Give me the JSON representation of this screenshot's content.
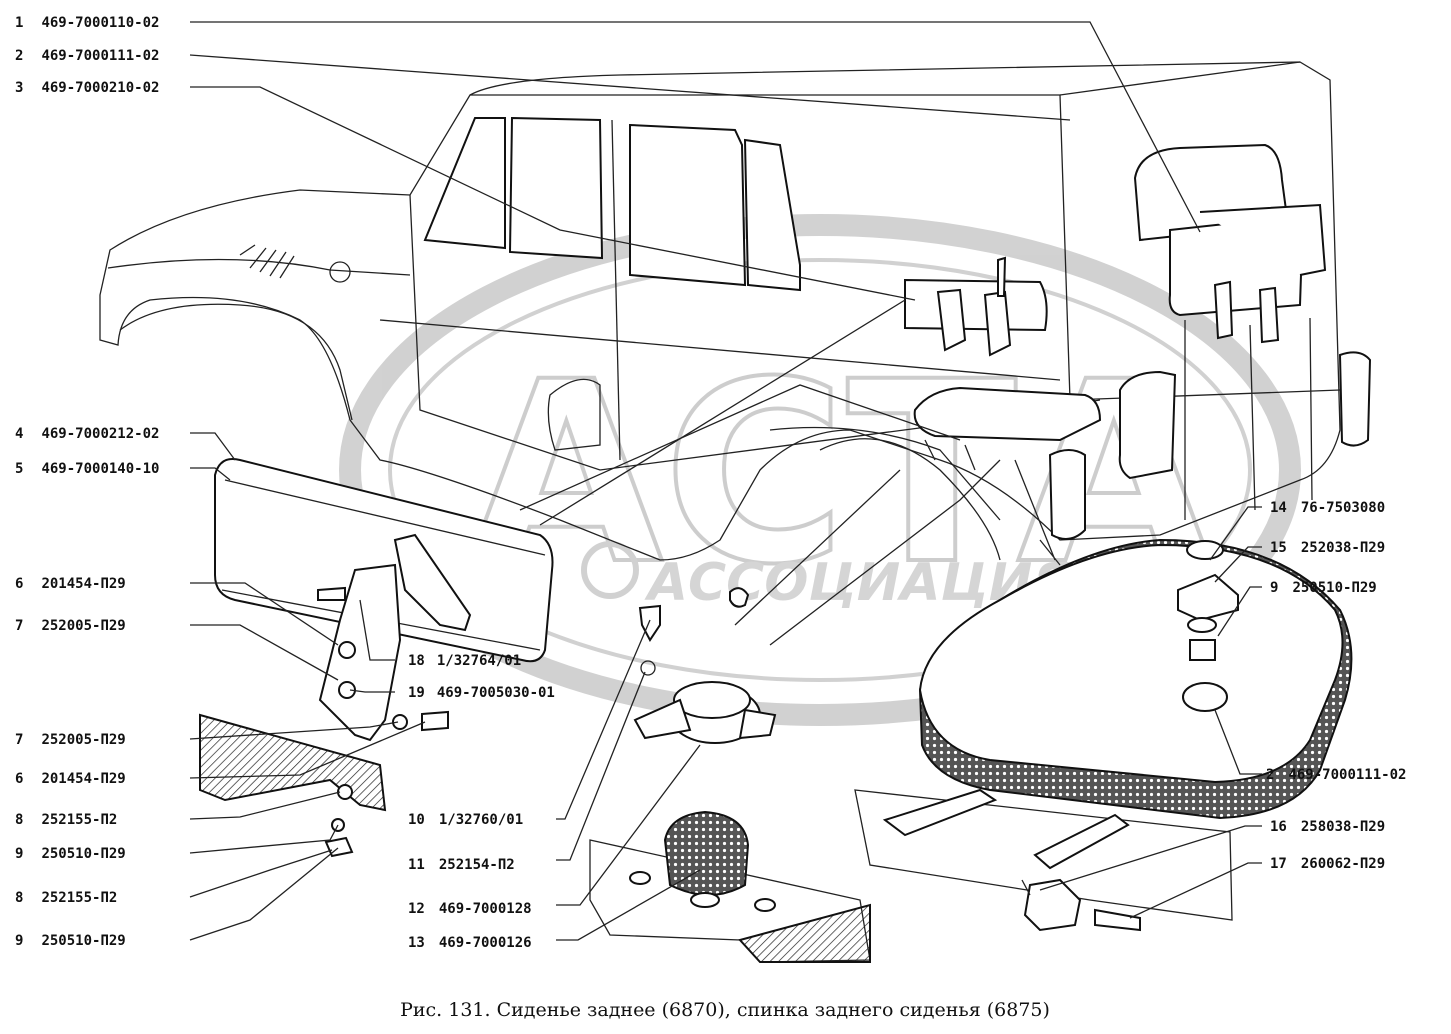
{
  "caption": "Рис. 131. Сиденье заднее (6870), спинка заднего сиденья (6875)",
  "watermark": {
    "text_top": "АСТА",
    "text_bottom": "АССОЦИАЦИЯ"
  },
  "callouts": [
    {
      "num": "1",
      "code": "469-7000110-02"
    },
    {
      "num": "2",
      "code": "469-7000111-02"
    },
    {
      "num": "3",
      "code": "469-7000210-02"
    },
    {
      "num": "4",
      "code": "469-7000212-02"
    },
    {
      "num": "5",
      "code": "469-7000140-10"
    },
    {
      "num": "6",
      "code": "201454-П29"
    },
    {
      "num": "7",
      "code": "252005-П29"
    },
    {
      "num": "18",
      "code": "1/32764/01"
    },
    {
      "num": "19",
      "code": "469-7005030-01"
    },
    {
      "num": "7",
      "code": "252005-П29"
    },
    {
      "num": "6",
      "code": "201454-П29"
    },
    {
      "num": "8",
      "code": "252155-П2"
    },
    {
      "num": "9",
      "code": "250510-П29"
    },
    {
      "num": "8",
      "code": "252155-П2"
    },
    {
      "num": "9",
      "code": "250510-П29"
    },
    {
      "num": "10",
      "code": "1/32760/01"
    },
    {
      "num": "11",
      "code": "252154-П2"
    },
    {
      "num": "12",
      "code": "469-7000128"
    },
    {
      "num": "13",
      "code": "469-7000126"
    },
    {
      "num": "14",
      "code": "76-7503080"
    },
    {
      "num": "15",
      "code": "252038-П29"
    },
    {
      "num": "9",
      "code": "250510-П29"
    },
    {
      "num": "2",
      "code": "469-7000111-02"
    },
    {
      "num": "16",
      "code": "258038-П29"
    },
    {
      "num": "17",
      "code": "260062-П29"
    }
  ]
}
